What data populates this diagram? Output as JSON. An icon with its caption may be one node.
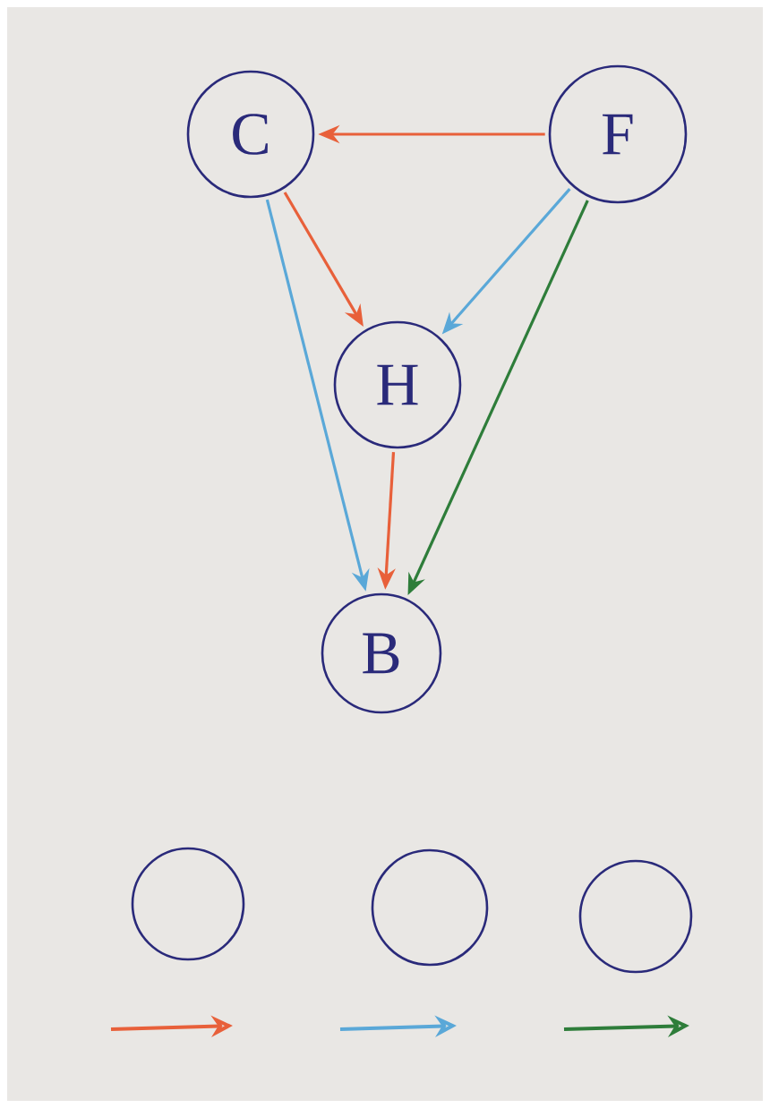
{
  "diagram": {
    "nodes": [
      {
        "text": [
          "C"
        ]
      },
      {
        "text": [
          "F"
        ]
      },
      {
        "text": [
          "H"
        ]
      },
      {
        "text": [
          "B"
        ]
      },
      {
        "text": [],
        "shape": "circle"
      },
      {
        "text": [],
        "shape": "circle"
      },
      {
        "text": [],
        "shape": "circle"
      }
    ],
    "edges": [
      {
        "from": 1,
        "to": 0,
        "arrow": "to"
      },
      {
        "from": 0,
        "to": 2,
        "arrow": "to"
      },
      {
        "from": 1,
        "to": 2,
        "arrow": "to",
        "color": "#5aa8d8"
      },
      {
        "from": 0,
        "to": 3,
        "arrow": "to",
        "color": "#5aa8d8"
      },
      {
        "from": 2,
        "to": 3,
        "arrow": "to"
      },
      {
        "from": 1,
        "to": 3,
        "arrow": "to",
        "color": "#2e7d3a"
      }
    ]
  }
}
